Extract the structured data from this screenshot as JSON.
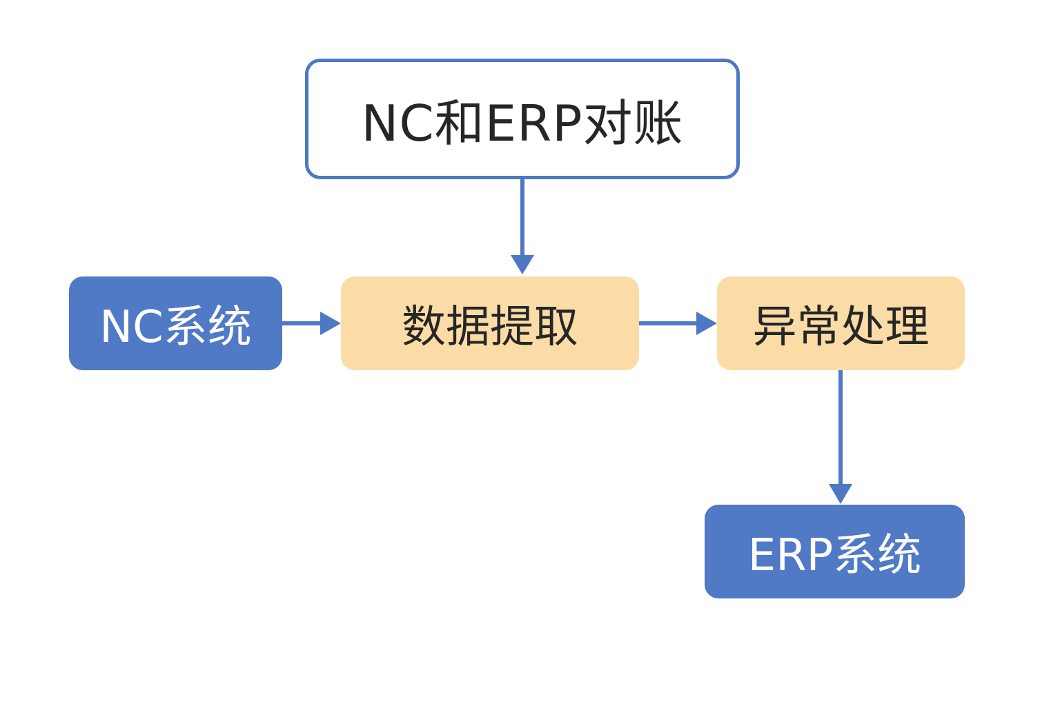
{
  "diagram": {
    "nodes": {
      "title": "NC和ERP对账",
      "source": "NC系统",
      "extract": "数据提取",
      "exception": "异常处理",
      "target": "ERP系统"
    },
    "edges": [
      {
        "from": "title",
        "to": "extract"
      },
      {
        "from": "source",
        "to": "extract"
      },
      {
        "from": "extract",
        "to": "exception"
      },
      {
        "from": "exception",
        "to": "target"
      }
    ],
    "colors": {
      "system_box": "#5079c6",
      "process_box": "#fbdca6",
      "title_border": "#4f78c4",
      "connector": "#4f78c4",
      "dark_text": "#262626",
      "light_text": "#ffffff"
    }
  }
}
